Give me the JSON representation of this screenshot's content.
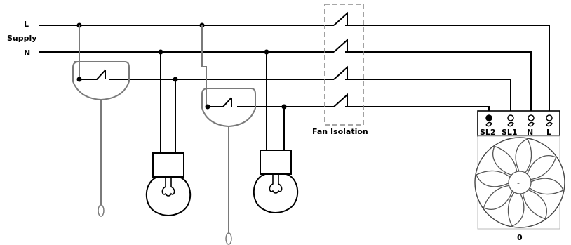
{
  "supply": {
    "l_label": "L",
    "supply_label": "Supply",
    "n_label": "N"
  },
  "isolator": {
    "label": "Fan Isolation"
  },
  "fan": {
    "terminals": [
      "SL2",
      "SL1",
      "N",
      "L"
    ],
    "center_label": "-",
    "bottom_label": "0"
  },
  "icons": {
    "pull_switch": "pull-cord-switch-icon",
    "lamp": "light-bulb-icon",
    "fan": "extractor-fan-icon"
  }
}
